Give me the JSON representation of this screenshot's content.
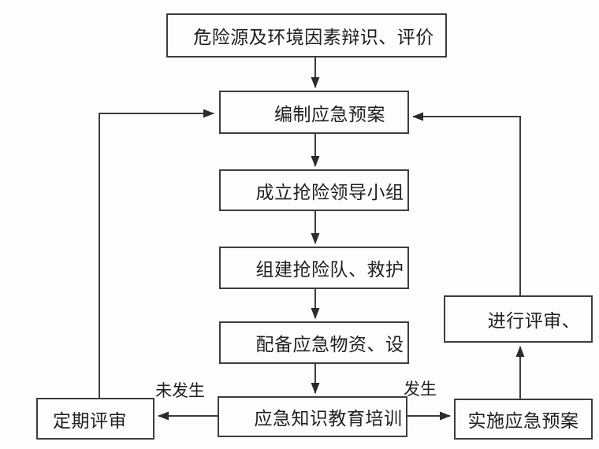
{
  "diagram": {
    "title": "emergency-plan-flowchart",
    "nodes": {
      "hazard_identification": {
        "label": "危险源及环境因素辩识、评价"
      },
      "compile_plan": {
        "label": "编制应急预案"
      },
      "leading_group": {
        "label": "成立抢险领导小组"
      },
      "rescue_team": {
        "label": "组建抢险队、救护"
      },
      "supplies": {
        "label": "配备应急物资、设"
      },
      "training": {
        "label": "应急知识教育培训"
      },
      "periodic_review": {
        "label": "定期评审"
      },
      "implement_plan": {
        "label": "实施应急预案"
      },
      "conduct_review": {
        "label": "进行评审、"
      }
    },
    "edge_labels": {
      "not_occurred": "未发生",
      "occurred": "发生"
    },
    "colors": {
      "background": "#fdfdfd",
      "node_fill": "#fdfdfd",
      "line": "#3d3d3d",
      "text": "#1f1f1f"
    }
  }
}
